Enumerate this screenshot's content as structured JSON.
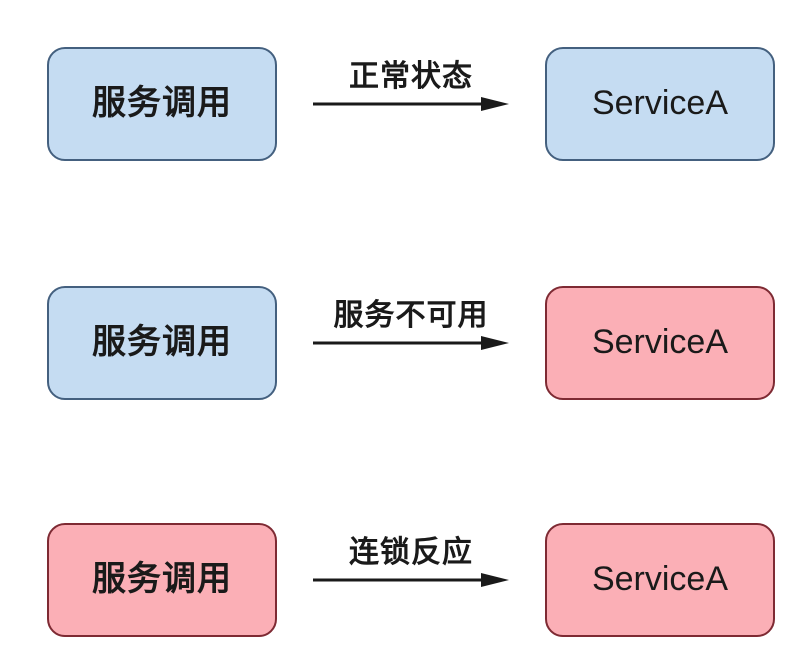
{
  "diagram": {
    "rows": [
      {
        "left": {
          "label": "服务调用",
          "variant": "blue"
        },
        "arrow": {
          "label": "正常状态"
        },
        "right": {
          "label": "ServiceA",
          "variant": "blue"
        }
      },
      {
        "left": {
          "label": "服务调用",
          "variant": "blue"
        },
        "arrow": {
          "label": "服务不可用"
        },
        "right": {
          "label": "ServiceA",
          "variant": "pink"
        }
      },
      {
        "left": {
          "label": "服务调用",
          "variant": "pink"
        },
        "arrow": {
          "label": "连锁反应"
        },
        "right": {
          "label": "ServiceA",
          "variant": "pink"
        }
      }
    ]
  },
  "colors": {
    "blue_fill": "#c5dcf2",
    "blue_border": "#44607f",
    "pink_fill": "#fbafb6",
    "pink_border": "#7e2a33",
    "arrow_color": "#1a1a1a",
    "text_color": "#1a1a1a",
    "background_color": "#ffffff"
  }
}
